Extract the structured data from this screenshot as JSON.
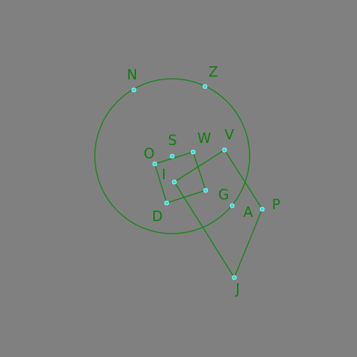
{
  "colors": {
    "background": "#808080",
    "stroke": "#138a13",
    "label": "#0f7f0f",
    "point": "#19e6e6"
  },
  "labels": {
    "N": "N",
    "Z": "Z",
    "S": "S",
    "W": "W",
    "V": "V",
    "O": "O",
    "I": "I",
    "G": "G",
    "D": "D",
    "A": "A",
    "P": "P",
    "J": "J"
  }
}
